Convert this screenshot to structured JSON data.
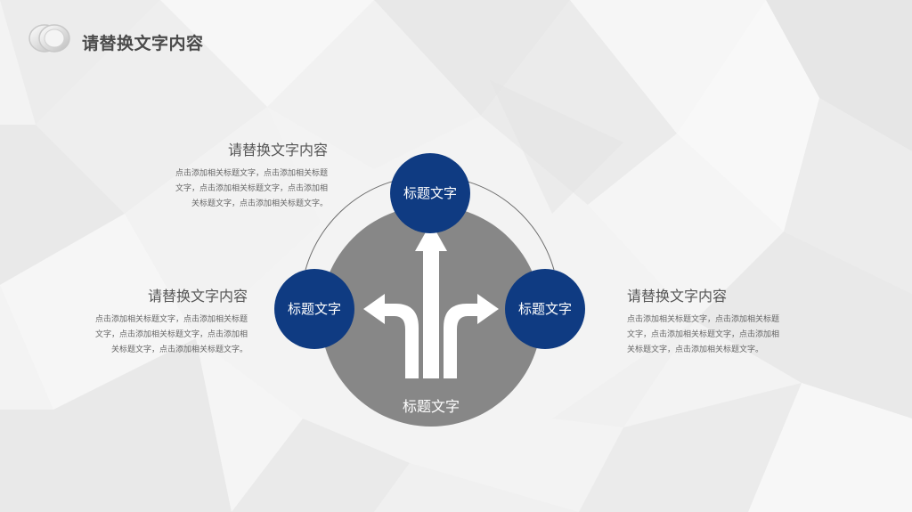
{
  "header": {
    "title": "请替换文字内容"
  },
  "diagram": {
    "center_label": "标题文字",
    "nodes": [
      {
        "label": "标题文字"
      },
      {
        "label": "标题文字"
      },
      {
        "label": "标题文字"
      }
    ]
  },
  "blocks": [
    {
      "title": "请替换文字内容",
      "body": "点击添加相关标题文字，点击添加相关标题文字，点击添加相关标题文字，点击添加相关标题文字，点击添加相关标题文字。"
    },
    {
      "title": "请替换文字内容",
      "body": "点击添加相关标题文字，点击添加相关标题文字，点击添加相关标题文字，点击添加相关标题文字，点击添加相关标题文字。"
    },
    {
      "title": "请替换文字内容",
      "body": "点击添加相关标题文字，点击添加相关标题文字，点击添加相关标题文字，点击添加相关标题文字，点击添加相关标题文字。"
    }
  ],
  "colors": {
    "node_blue": "#0f3b82",
    "center_gray": "#878787",
    "background": "#f3f3f3"
  }
}
